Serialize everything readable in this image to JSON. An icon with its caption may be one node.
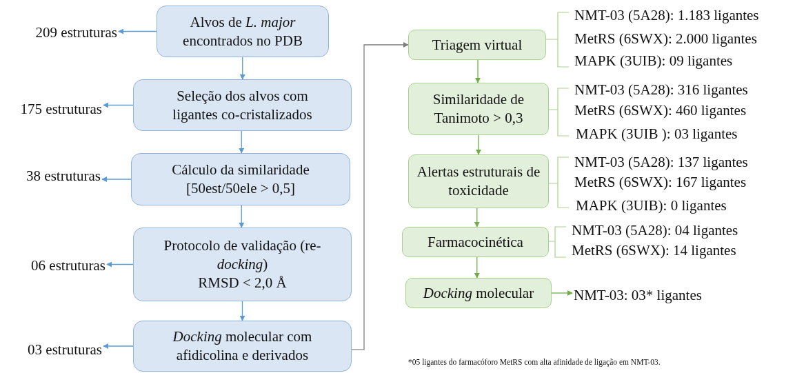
{
  "diagram": {
    "nodes": [
      {
        "text": [
          "Alvos de *L. major* encontrados no PDB"
        ]
      },
      {
        "text": [
          "209 estruturas"
        ]
      },
      {
        "text": [
          "Seleção dos alvos com ligantes co-cristalizados"
        ]
      },
      {
        "text": [
          "175 estruturas"
        ]
      },
      {
        "text": [
          "Cálculo da similaridade [50est/50ele > 0,5]"
        ]
      },
      {
        "text": [
          "38 estruturas"
        ]
      },
      {
        "text": [
          "Protocolo de validação (re-*docking*)",
          "RMSD < 2,0 Å"
        ]
      },
      {
        "text": [
          "06 estruturas"
        ]
      },
      {
        "text": [
          "*Docking* molecular com afidicolina e derivados"
        ]
      },
      {
        "text": [
          "03 estruturas"
        ]
      },
      {
        "text": [
          "Triagem virtual"
        ]
      },
      {
        "text": [
          "Similaridade de Tanimoto > 0,3"
        ]
      },
      {
        "text": [
          "Alertas estruturais de toxicidade"
        ]
      },
      {
        "text": [
          "Farmacocinética"
        ]
      },
      {
        "text": [
          "*Docking* molecular"
        ]
      },
      {
        "text": [
          "NMT-03: 03* ligantes"
        ]
      }
    ],
    "edges": [
      {
        "from": 0,
        "to": 1,
        "arrow": "to"
      },
      {
        "from": 0,
        "to": 2,
        "arrow": "to"
      },
      {
        "from": 2,
        "to": 3,
        "arrow": "to"
      },
      {
        "from": 2,
        "to": 4,
        "arrow": "to"
      },
      {
        "from": 4,
        "to": 5,
        "arrow": "to"
      },
      {
        "from": 4,
        "to": 6,
        "arrow": "to"
      },
      {
        "from": 6,
        "to": 7,
        "arrow": "to"
      },
      {
        "from": 6,
        "to": 8,
        "arrow": "to"
      },
      {
        "from": 8,
        "to": 9,
        "arrow": "to"
      },
      {
        "from": 8,
        "to": 10,
        "arrow": "to",
        "color": "#7f7f7f"
      },
      {
        "from": 10,
        "to": 11,
        "arrow": "to",
        "color": "#70ad47"
      },
      {
        "from": 11,
        "to": 12,
        "arrow": "to",
        "color": "#70ad47"
      },
      {
        "from": 12,
        "to": 13,
        "arrow": "to",
        "color": "#70ad47"
      },
      {
        "from": 13,
        "to": 14,
        "arrow": "to",
        "color": "#70ad47"
      },
      {
        "from": 14,
        "to": 15,
        "arrow": "to",
        "color": "#70ad47"
      }
    ],
    "labels": [
      "NMT-03 (5A28): 1.183 ligantes",
      "MetRS (6SWX): 2.000 ligantes",
      "MAPK (3UIB): 09 ligantes",
      "NMT-03 (5A28): 316 ligantes",
      "MetRS (6SWX): 460 ligantes",
      "MAPK (3UIB ): 03 ligantes",
      "NMT-03 (5A28): 137 ligantes",
      "MetRS (6SWX): 167 ligantes",
      "MAPK (3UIB): 0 ligantes",
      "NMT-03 (5A28): 04 ligantes",
      "MetRS (6SWX): 14 ligantes",
      "*05 ligantes do farmacóforo MetRS com alta afinidade de ligação em NMT-03."
    ]
  }
}
